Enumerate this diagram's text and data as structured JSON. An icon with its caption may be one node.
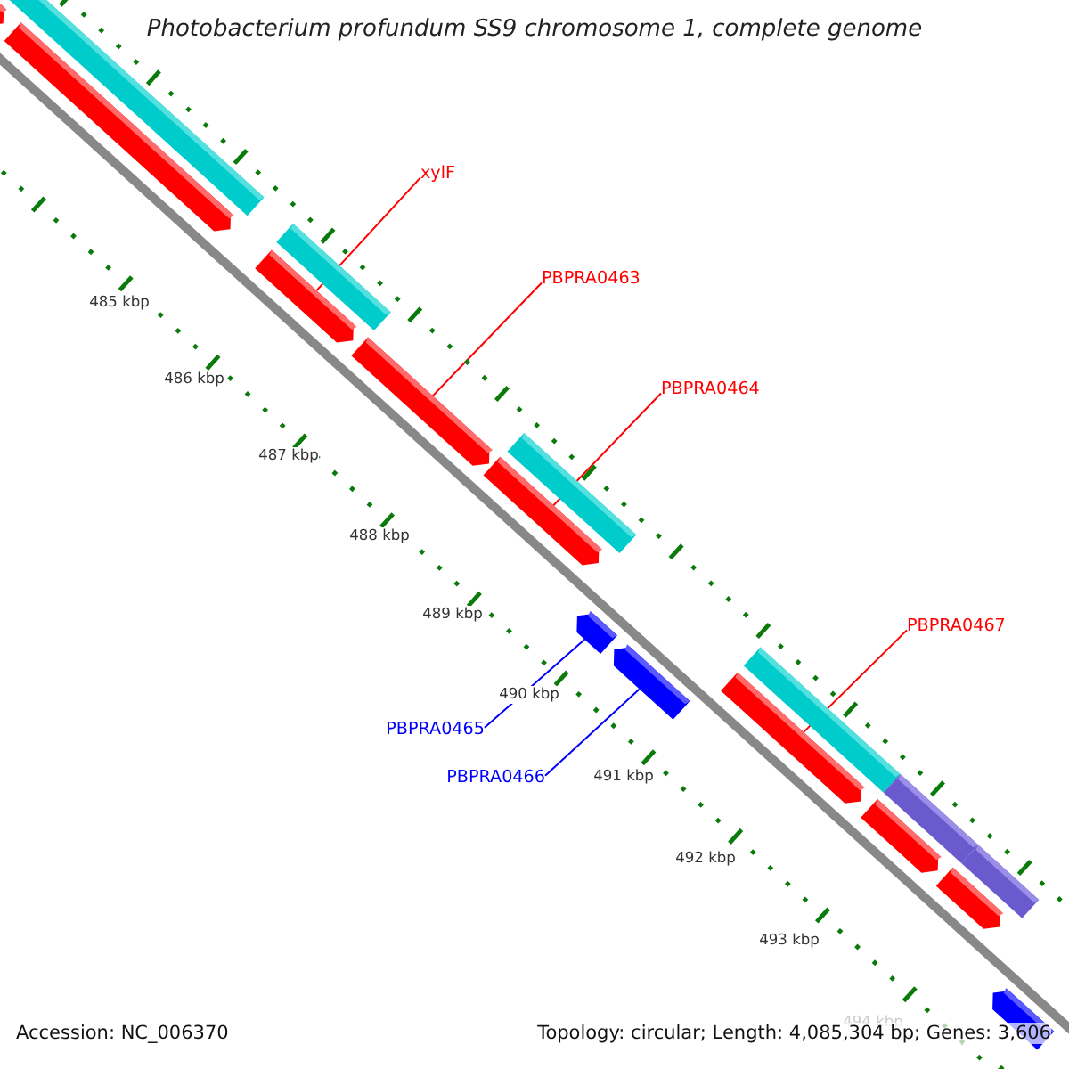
{
  "diagram": {
    "title": "Photobacterium profundum SS9 chromosome 1, complete genome",
    "nodes": [
      {
        "text": [
          "xylF"
        ]
      },
      {
        "text": [
          "PBPRA0463"
        ]
      },
      {
        "text": [
          "PBPRA0464"
        ]
      },
      {
        "text": [
          "PBPRA0465"
        ]
      },
      {
        "text": [
          "PBPRA0466"
        ]
      },
      {
        "text": [
          "PBPRA0467"
        ]
      },
      {
        "text": [],
        "shape": "arrow"
      },
      {
        "text": [],
        "shape": "arrow"
      },
      {
        "text": [],
        "shape": "arrow"
      },
      {
        "text": [],
        "shape": "arrow"
      },
      {
        "text": [],
        "shape": "arrow"
      },
      {
        "text": [],
        "shape": "arrow"
      }
    ],
    "edges": [
      {
        "from": 0,
        "to": 6,
        "arrow": "none"
      },
      {
        "from": 1,
        "to": 7,
        "arrow": "none"
      },
      {
        "from": 2,
        "to": 8,
        "arrow": "none"
      },
      {
        "from": 3,
        "to": 9,
        "arrow": "none",
        "color": "#0000ff"
      },
      {
        "from": 4,
        "to": 10,
        "arrow": "none",
        "color": "#0000ff"
      },
      {
        "from": 5,
        "to": 11,
        "arrow": "none"
      }
    ],
    "labels": [
      "485 kbp",
      "486 kbp",
      "487 kbp",
      "488 kbp",
      "489 kbp",
      "490 kbp",
      "491 kbp",
      "492 kbp",
      "493 kbp",
      "494 kbp",
      "Accession: NC_006370",
      "Topology: circular; Length: 4,085,304 bp; Genes: 3,606"
    ]
  }
}
